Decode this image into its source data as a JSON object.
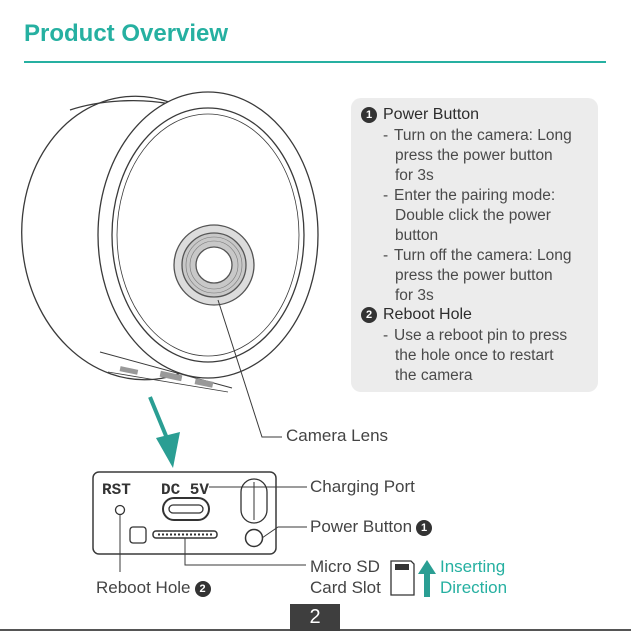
{
  "title": "Product Overview",
  "info_box": {
    "sections": [
      {
        "number": "1",
        "heading": "Power Button",
        "items": [
          {
            "lines": [
              "Turn on the camera: Long",
              "press the power button",
              "for 3s"
            ]
          },
          {
            "lines": [
              "Enter the pairing mode:",
              "Double click the power",
              "button"
            ]
          },
          {
            "lines": [
              "Turn off the camera: Long",
              "press the power button",
              "for 3s"
            ]
          }
        ]
      },
      {
        "number": "2",
        "heading": "Reboot Hole",
        "items": [
          {
            "lines": [
              "Use a reboot pin to press",
              "the hole once to restart",
              "the camera"
            ]
          }
        ]
      }
    ]
  },
  "panel": {
    "rst": "RST",
    "dc": "DC 5V"
  },
  "callouts": {
    "camera_lens": "Camera Lens",
    "charging_port": "Charging Port",
    "power_button": "Power Button",
    "power_button_num": "1",
    "micro_sd_1": "Micro SD",
    "micro_sd_2": "Card Slot",
    "inserting_1": "Inserting",
    "inserting_2": "Direction",
    "reboot_hole": "Reboot Hole",
    "reboot_hole_num": "2"
  },
  "page_number": "2",
  "colors": {
    "accent": "#26b0a1",
    "arrow": "#2a9e93",
    "dark": "#333333",
    "box_bg": "#ececec"
  }
}
